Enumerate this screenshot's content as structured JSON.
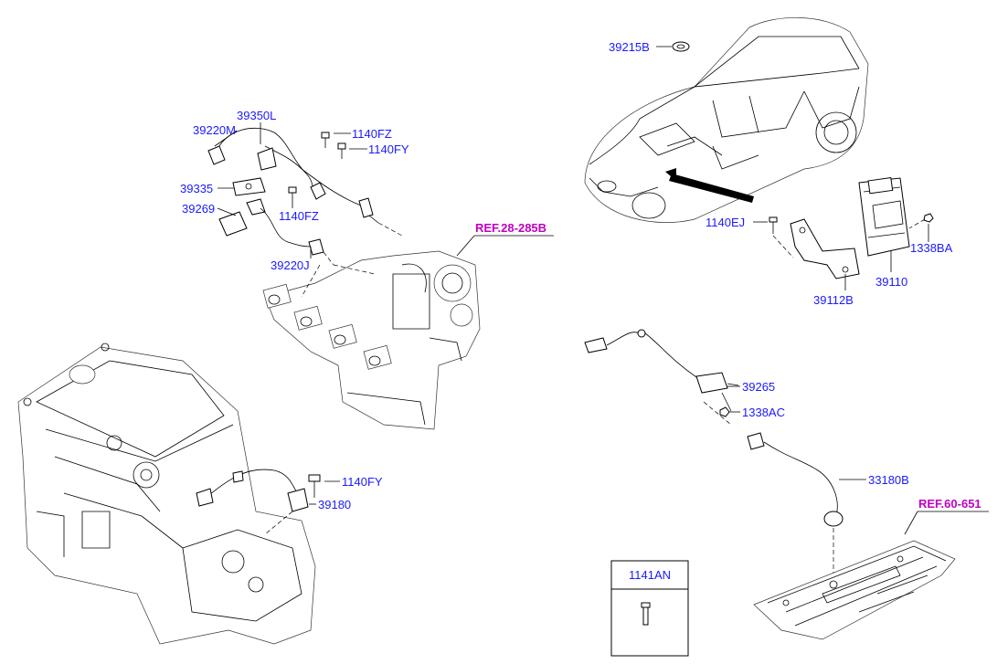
{
  "callouts": {
    "c39215B": "39215B",
    "c39350L": "39350L",
    "c39220M": "39220M",
    "c1140FZ_a": "1140FZ",
    "c1140FY_a": "1140FY",
    "c39335": "39335",
    "c39269": "39269",
    "c1140FZ_b": "1140FZ",
    "c39220J": "39220J",
    "c1140EJ": "1140EJ",
    "c1338BA": "1338BA",
    "c39110": "39110",
    "c39112B": "39112B",
    "c39265": "39265",
    "c1338AC": "1338AC",
    "c33180B": "33180B",
    "c1140FY_b": "1140FY",
    "c39180": "39180"
  },
  "references": {
    "ref_turbo": "REF.28-285B",
    "ref_floor": "REF.60-651"
  },
  "parts_box": {
    "label": "1141AN"
  },
  "colors": {
    "label": "#1a1aff",
    "reference": "#c000c0",
    "line": "#000000"
  }
}
